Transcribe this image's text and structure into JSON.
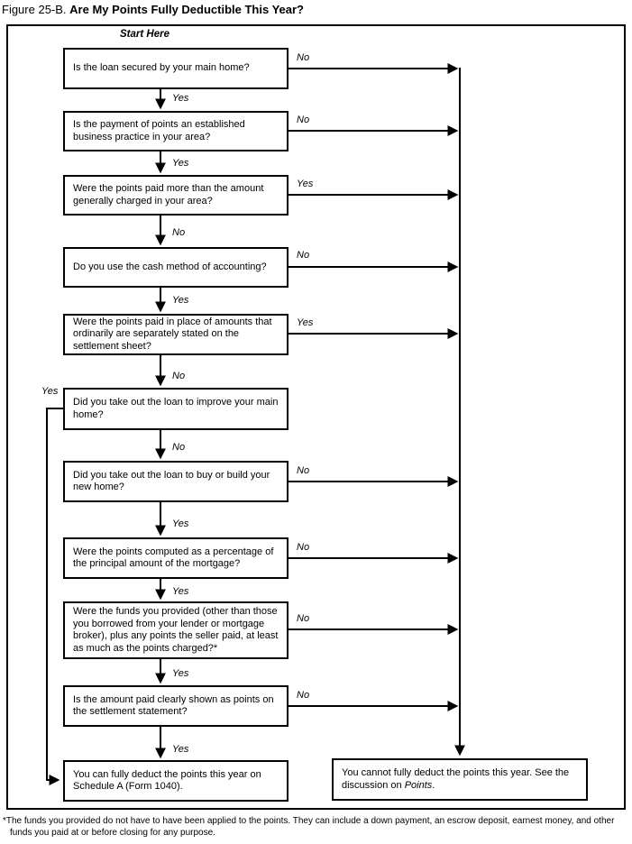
{
  "figure_label": "Figure 25-B.",
  "figure_title": "Are My Points Fully Deductible This Year?",
  "start_label": "Start Here",
  "questions": [
    {
      "text": "Is the loan secured by your main home?",
      "right": "No",
      "down": "Yes"
    },
    {
      "text": "Is the payment of points an established business practice in your area?",
      "right": "No",
      "down": "Yes"
    },
    {
      "text": "Were the points paid more than the amount generally charged in your area?",
      "right": "Yes",
      "down": "No"
    },
    {
      "text": "Do you use the cash method of accounting?",
      "right": "No",
      "down": "Yes"
    },
    {
      "text": "Were the points paid in place of amounts that ordinarily are separately stated on the settlement sheet?",
      "right": "Yes",
      "down": "No"
    },
    {
      "text": "Did you take out the loan to improve your main home?",
      "left": "Yes",
      "down": "No"
    },
    {
      "text": "Did you take out the loan to buy or build your new home?",
      "right": "No",
      "down": "Yes"
    },
    {
      "text": "Were the points computed as a percentage of the principal amount of the mortgage?",
      "right": "No",
      "down": "Yes"
    },
    {
      "text": "Were the funds you provided (other than those you borrowed from your lender or mortgage broker), plus any points the seller paid, at least as much as the points charged?*",
      "right": "No",
      "down": "Yes"
    },
    {
      "text": "Is the amount paid clearly shown as points on the settlement statement?",
      "right": "No",
      "down": "Yes"
    }
  ],
  "outcome_yes": {
    "text": "You can fully deduct the points this year on Schedule A (Form 1040)."
  },
  "outcome_no": {
    "pre": "You cannot fully deduct the points this year. See the discussion on ",
    "italic": "Points",
    "post": "."
  },
  "footnote": "*The funds you provided do not have to have been applied to the points. They can include a down payment, an escrow deposit, earnest money, and other funds you paid at or before closing for any purpose."
}
